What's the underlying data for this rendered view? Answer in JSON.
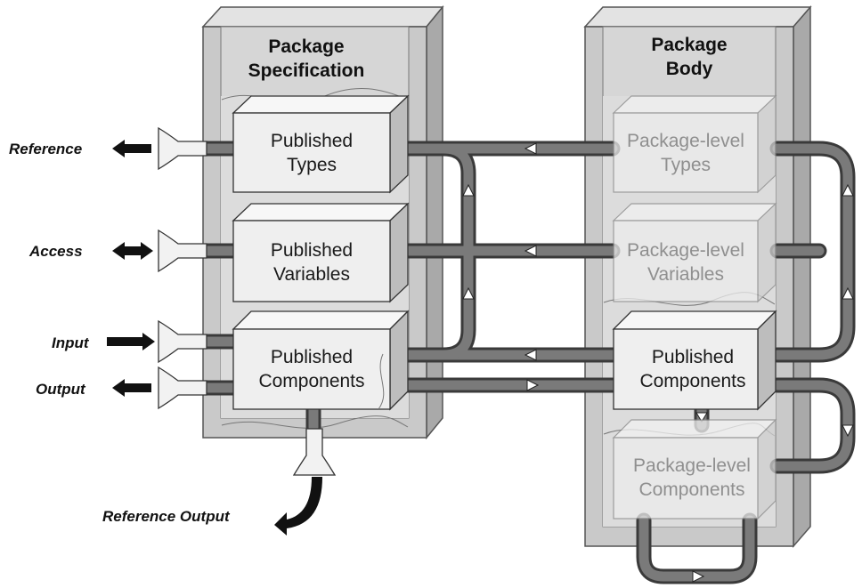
{
  "spec": {
    "title_line1": "Package",
    "title_line2": "Specification",
    "boxes": [
      {
        "line1": "Published",
        "line2": "Types"
      },
      {
        "line1": "Published",
        "line2": "Variables"
      },
      {
        "line1": "Published",
        "line2": "Components"
      }
    ]
  },
  "body": {
    "title_line1": "Package",
    "title_line2": "Body",
    "boxes": [
      {
        "line1": "Package-level",
        "line2": "Types"
      },
      {
        "line1": "Package-level",
        "line2": "Variables"
      },
      {
        "line1": "Published",
        "line2": "Components"
      },
      {
        "line1": "Package-level",
        "line2": "Components"
      }
    ]
  },
  "labels": {
    "reference": "Reference",
    "access": "Access",
    "input": "Input",
    "output": "Output",
    "reference_output": "Reference Output"
  },
  "colors": {
    "pipe": "#6e6e6e",
    "panel": "#c9c9c9",
    "box_face": "#efefef",
    "arrow": "#1a1a1a"
  }
}
